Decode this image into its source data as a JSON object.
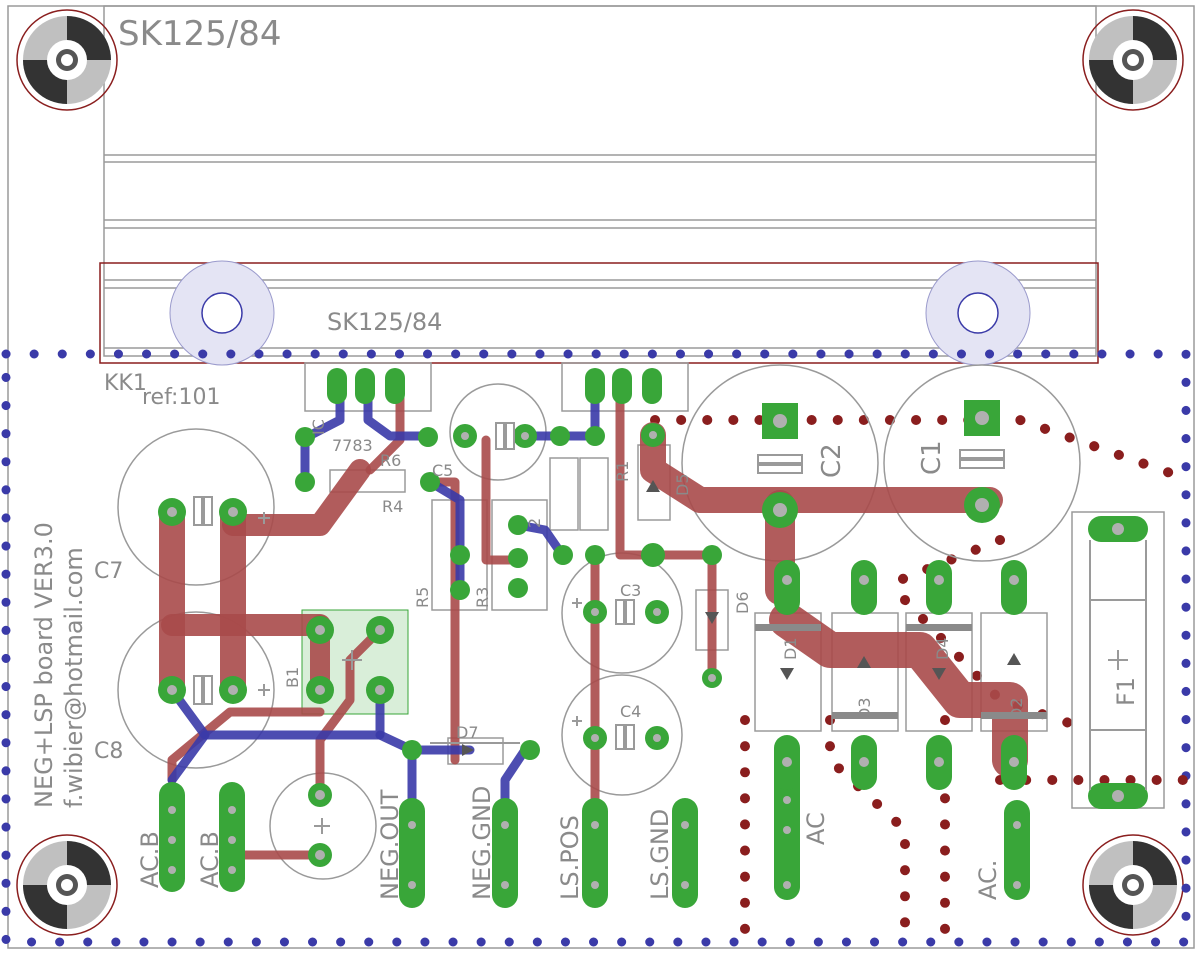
{
  "colors": {
    "top_copper": "#a84a4a",
    "bottom_copper": "#3a3aa8",
    "pad": "#39a639",
    "pad_hole": "#b0b0b0",
    "silkscreen": "#9a9a9a",
    "outline": "#8a1e1e"
  },
  "heatsink": {
    "name": "SK125/84",
    "ref": "KK1",
    "ref_note": "ref:101"
  },
  "board_text": {
    "line1": "NEG+LSP board VER3.0",
    "line2": "f.wibier@hotmail.com"
  },
  "components": {
    "c1": "C1",
    "c2": "C2",
    "c3": "C3",
    "c4": "C4",
    "c5": "C5",
    "c7": "C7",
    "c8": "C8",
    "r1": "R1",
    "r3": "R3",
    "r4": "R4",
    "r5": "R5",
    "r6": "R6",
    "d1": "D1",
    "d2": "D2",
    "d3": "D3",
    "d4": "D4",
    "d5": "D5",
    "d6": "D6",
    "d7": "D7",
    "b1": "B1",
    "f1": "F1",
    "ic_left": "7783",
    "ic_top": "IC",
    "r2": "2"
  },
  "connectors": {
    "ac_b1": "AC.B",
    "ac_b2": "AC.B",
    "neg_out": "NEG.OUT",
    "neg_gnd": "NEG.GND",
    "ls_pos": "LS.POS",
    "ls_gnd": "LS.GND",
    "ac1": "AC",
    "ac2": "AC."
  }
}
